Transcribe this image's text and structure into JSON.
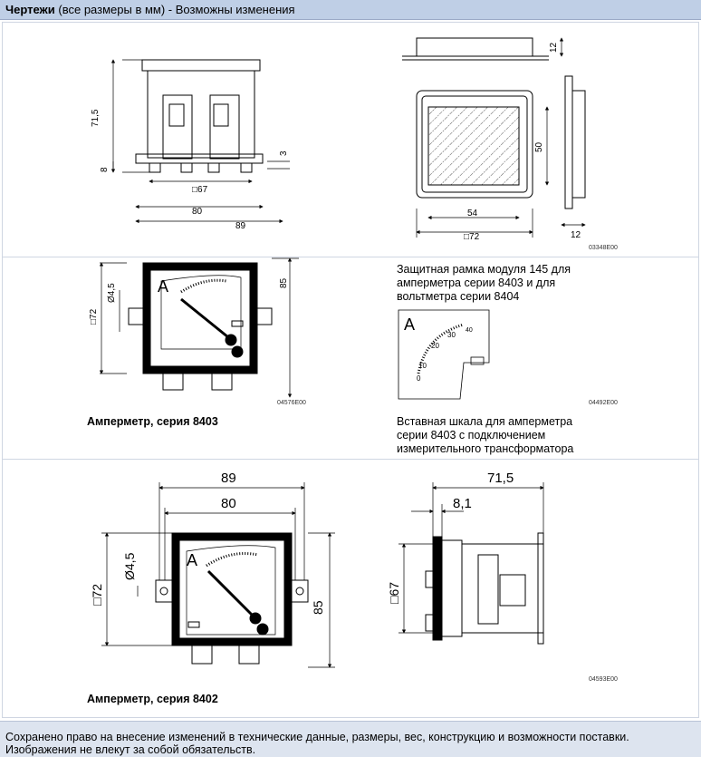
{
  "header": {
    "title_bold": "Чертежи",
    "title_rest": " (все размеры в мм) - Возможны изменения"
  },
  "drawings": {
    "top_left": {
      "dims": [
        "71,5",
        "8",
        "3",
        "□67",
        "80",
        "89"
      ]
    },
    "top_right": {
      "dims": [
        "12",
        "50",
        "54",
        "□72",
        "12"
      ],
      "code": "03348E00"
    },
    "mid_left": {
      "dims": [
        "□72",
        "Ø4,5",
        "85"
      ],
      "letter": "A",
      "code": "04576E00"
    },
    "mid_right": {
      "scale_labels": [
        "0",
        "10",
        "20",
        "30",
        "40"
      ],
      "letter": "A",
      "code": "04492E00"
    },
    "bottom_left": {
      "dims": [
        "89",
        "80",
        "Ø4,5",
        "□72",
        "85"
      ],
      "letter": "A"
    },
    "bottom_right": {
      "dims": [
        "71,5",
        "8,1",
        "□67"
      ],
      "code": "04593E00"
    }
  },
  "texts": {
    "protect_frame": [
      "Защитная рамка модуля 145 для",
      "амперметра серии 8403 и для",
      "вольтметра серии 8404"
    ],
    "plug_scale": [
      "Вставная шкала для амперметра",
      "серии 8403 с подключением",
      "измерительного трансформатора"
    ],
    "caption_8403": "Амперметр, серия 8403",
    "caption_8402": "Амперметр, серия 8402"
  },
  "footer": {
    "line1": "Сохранено право на внесение изменений в технические данные, размеры, вес, конструкцию и возможности поставки.",
    "line2": "Изображения не влекут за собой обязательств."
  }
}
